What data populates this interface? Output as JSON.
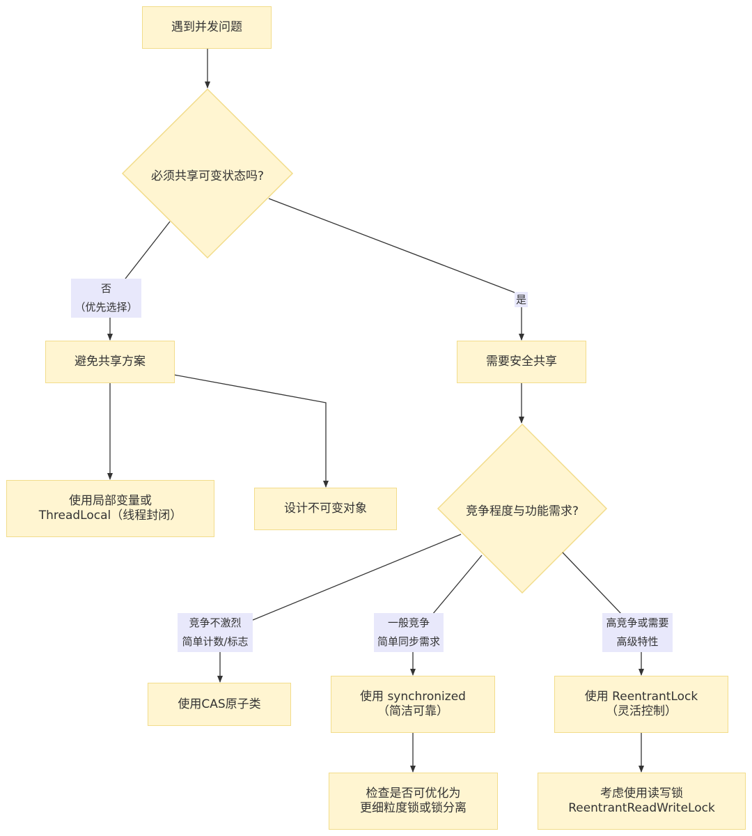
{
  "nodes": {
    "start": "遇到并发问题",
    "q_shared": "必须共享可变状态吗?",
    "avoid": "避免共享方案",
    "need_safe": "需要安全共享",
    "local_1": "使用局部变量或",
    "local_2": "ThreadLocal（线程封闭）",
    "immutable": "设计不可变对象",
    "q_contention": "竞争程度与功能需求?",
    "cas": "使用CAS原子类",
    "sync_1": "使用 synchronized",
    "sync_2": "（简洁可靠）",
    "lock_1": "使用 ReentrantLock",
    "lock_2": "（灵活控制）",
    "check_1": "检查是否可优化为",
    "check_2": "更细粒度锁或锁分离",
    "rw_1": "考虑使用读写锁",
    "rw_2": "ReentrantReadWriteLock"
  },
  "edges": {
    "no_1": "否",
    "no_2": "（优先选择）",
    "yes": "是",
    "low_1": "竞争不激烈",
    "low_2": "简单计数/标志",
    "mid_1": "一般竞争",
    "mid_2": "简单同步需求",
    "high_1": "高竞争或需要",
    "high_2": "高级特性"
  },
  "colors": {
    "node_fill": "#fff5d1",
    "node_border": "#f2dc8a",
    "edge_label_bg": "#e8e8fb",
    "line": "#333333"
  }
}
